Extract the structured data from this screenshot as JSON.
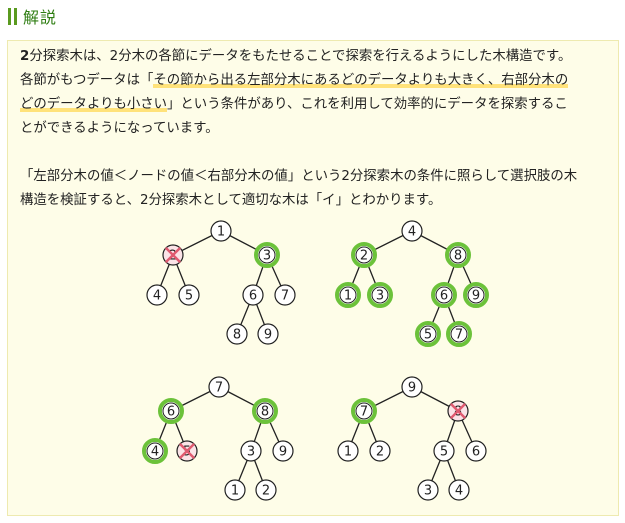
{
  "header": {
    "title": "解説"
  },
  "explanation": {
    "p1_bold": "2",
    "p1_a": "分探索木は、2分木の各節に",
    "p1_b": "データをもたせることで探索を行えるようにした木構造です。",
    "p2_a": "各節がもつデータは「",
    "p2_hl1": "その節から出る左部分木にあるどのデータよりも大きく、右部分木の",
    "p3_hl": "どのデータよりも小さい",
    "p3_b": "」という条件があり、これを利用して効率的にデータを探索するこ",
    "p4": "とができるようになっています。",
    "p5": "「左部分木の値＜ノードの値＜右部分木の値」という2分探索木の条件に照らして選択肢の木",
    "p6": "構造を検証すると、2分探索木として適切な木は「イ」とわかります。"
  },
  "colors": {
    "ok": "#6cc23a",
    "ng": "#e05a70",
    "ng_fill": "#fbe3e7"
  },
  "trees": [
    {
      "id": "ア",
      "nodes": [
        {
          "v": "1",
          "s": ""
        },
        {
          "v": "2",
          "s": "ng"
        },
        {
          "v": "3",
          "s": "ok"
        },
        {
          "v": "4",
          "s": ""
        },
        {
          "v": "5",
          "s": ""
        },
        {
          "v": "6",
          "s": ""
        },
        {
          "v": "7",
          "s": ""
        },
        {
          "v": "8",
          "s": ""
        },
        {
          "v": "9",
          "s": ""
        }
      ]
    },
    {
      "id": "イ",
      "nodes": [
        {
          "v": "4",
          "s": ""
        },
        {
          "v": "2",
          "s": "ok"
        },
        {
          "v": "8",
          "s": "ok"
        },
        {
          "v": "1",
          "s": "ok"
        },
        {
          "v": "3",
          "s": "ok"
        },
        {
          "v": "6",
          "s": "ok"
        },
        {
          "v": "9",
          "s": "ok"
        },
        {
          "v": "5",
          "s": "ok"
        },
        {
          "v": "7",
          "s": "ok"
        }
      ]
    },
    {
      "id": "ウ",
      "nodes": [
        {
          "v": "7",
          "s": ""
        },
        {
          "v": "6",
          "s": "ok"
        },
        {
          "v": "8",
          "s": "ok"
        },
        {
          "v": "4",
          "s": "ok"
        },
        {
          "v": "5",
          "s": "ng"
        },
        {
          "v": "3",
          "s": ""
        },
        {
          "v": "9",
          "s": ""
        },
        {
          "v": "1",
          "s": ""
        },
        {
          "v": "2",
          "s": ""
        }
      ]
    },
    {
      "id": "エ",
      "nodes": [
        {
          "v": "9",
          "s": ""
        },
        {
          "v": "7",
          "s": "ok"
        },
        {
          "v": "8",
          "s": "ng"
        },
        {
          "v": "1",
          "s": ""
        },
        {
          "v": "2",
          "s": ""
        },
        {
          "v": "5",
          "s": ""
        },
        {
          "v": "6",
          "s": ""
        },
        {
          "v": "3",
          "s": ""
        },
        {
          "v": "4",
          "s": ""
        }
      ]
    }
  ]
}
